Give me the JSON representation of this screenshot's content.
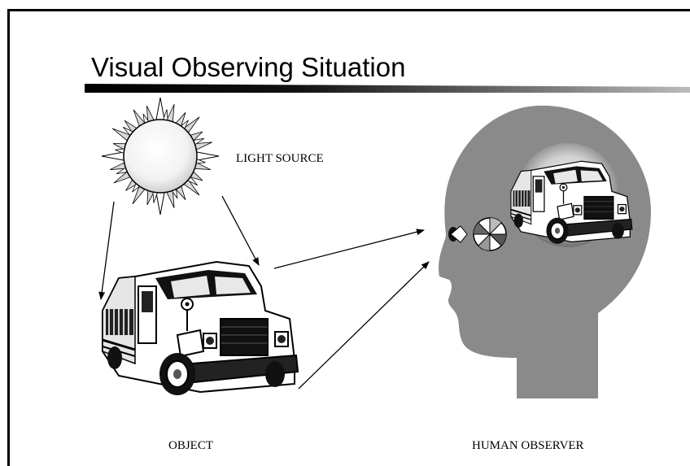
{
  "slide": {
    "title": "Visual Observing Situation",
    "labels": {
      "light_source": "LIGHT SOURCE",
      "object": "OBJECT",
      "human_observer": "HUMAN OBSERVER"
    }
  },
  "icons": [
    "sun-icon",
    "school-bus-icon",
    "head-silhouette-icon",
    "eye-icon",
    "lens-wheel-icon",
    "retinal-image-icon"
  ],
  "colors": {
    "head": "#8a8a8a",
    "text": "#000000",
    "background": "#ffffff"
  }
}
